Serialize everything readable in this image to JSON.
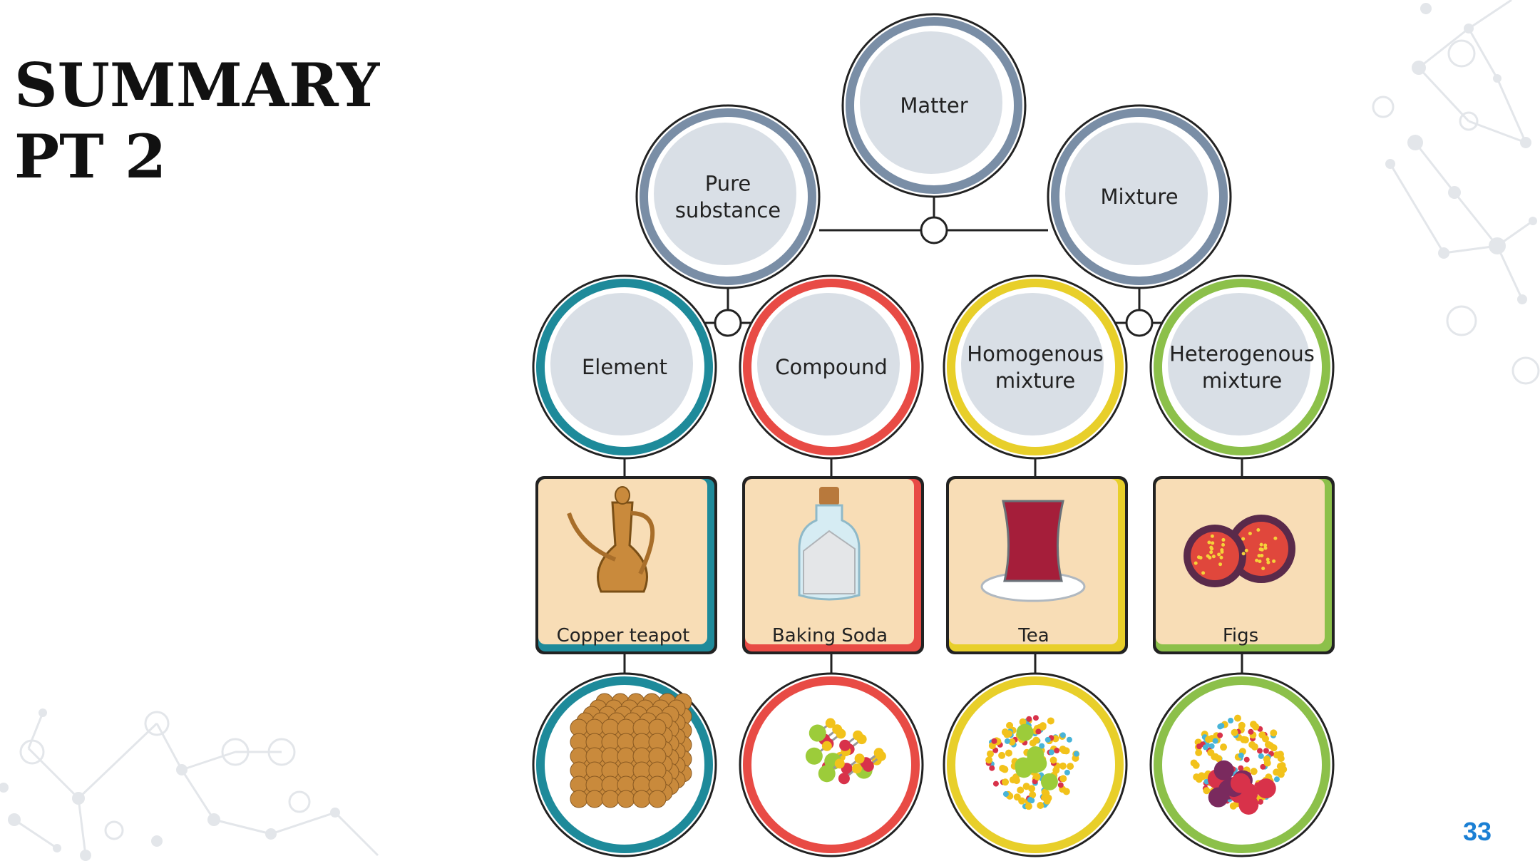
{
  "slide": {
    "title_line1": "SUMMARY",
    "title_line2": "PT 2",
    "page_number": "33"
  },
  "diagram": {
    "root": {
      "label": [
        "Matter"
      ]
    },
    "level1": [
      {
        "label": [
          "Pure",
          "substance"
        ]
      },
      {
        "label": [
          "Mixture"
        ]
      }
    ],
    "categories": [
      {
        "label": [
          "Element"
        ],
        "color": "#1e8a9a",
        "example": "Copper teapot",
        "icon": "copper-teapot-icon",
        "particles": "metal-lattice"
      },
      {
        "label": [
          "Compound"
        ],
        "color": "#e84b45",
        "example": "Baking Soda",
        "icon": "baking-soda-jar-icon",
        "particles": "molecules"
      },
      {
        "label": [
          "Homogenous",
          "mixture"
        ],
        "color": "#e8cf2a",
        "example": "Tea",
        "icon": "tea-glass-icon",
        "particles": "uniform-mixture"
      },
      {
        "label": [
          "Heterogenous",
          "mixture"
        ],
        "color": "#8cc04a",
        "example": "Figs",
        "icon": "figs-icon",
        "particles": "nonuniform-mixture"
      }
    ],
    "colors": {
      "grey_ring": "#7a8ea6",
      "node_fill": "#d9dfe6",
      "card_fill": "#f8ddb6",
      "line": "#222222"
    }
  }
}
